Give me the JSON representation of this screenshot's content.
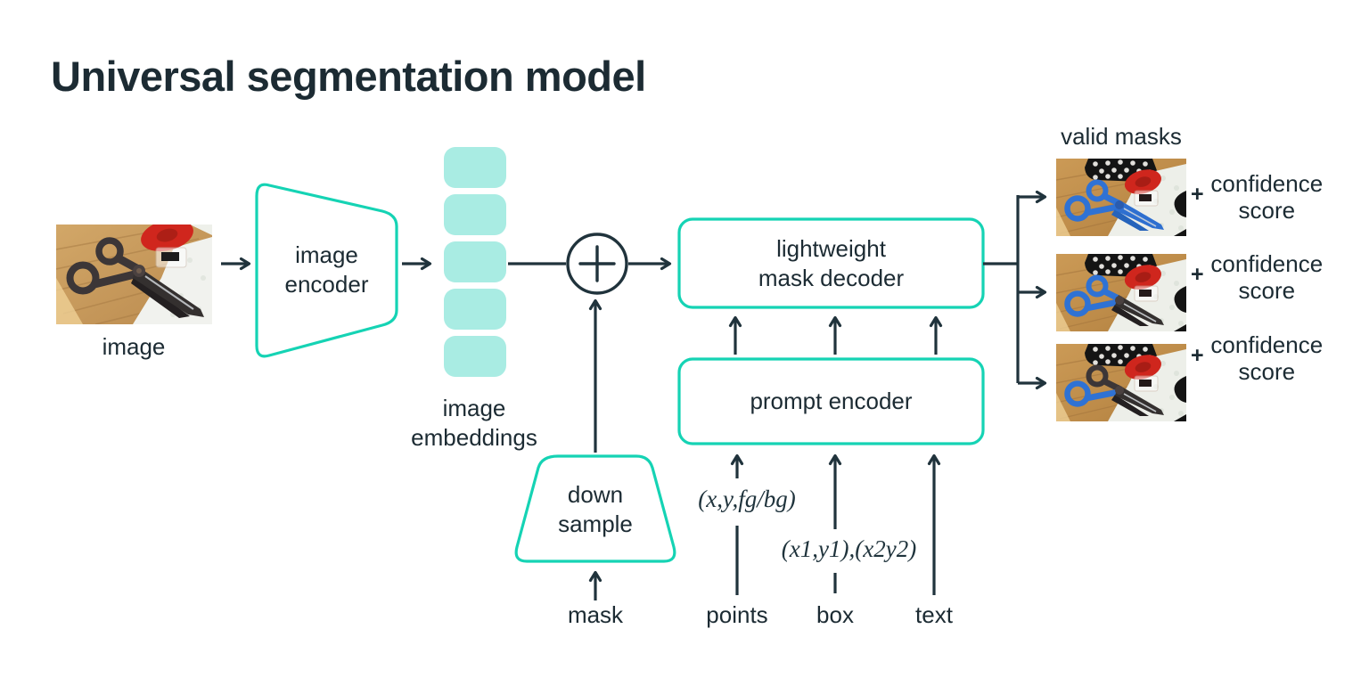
{
  "title": "Universal segmentation model",
  "colors": {
    "ink": "#20333c",
    "teal_stroke": "#15d3b4",
    "teal_fill": "#a9ece3",
    "mask_blue": "#2f72d4"
  },
  "input": {
    "label": "image"
  },
  "encoder": {
    "line1": "image",
    "line2": "encoder"
  },
  "embeddings": {
    "line1": "image",
    "line2": "embeddings",
    "block_count": 5
  },
  "decoder": {
    "line1": "lightweight",
    "line2": "mask decoder"
  },
  "prompt_encoder": {
    "label": "prompt encoder"
  },
  "downsample": {
    "line1": "down",
    "line2": "sample"
  },
  "inputs": {
    "mask_label": "mask",
    "points_label": "points",
    "points_formula": "(x,y,fg/bg)",
    "box_label": "box",
    "box_formula": "(x1,y1),(x2y2)",
    "text_label": "text"
  },
  "outputs": {
    "header": "valid masks",
    "items": [
      {
        "plus": "+",
        "line1": "confidence",
        "line2": "score",
        "mask": "all"
      },
      {
        "plus": "+",
        "line1": "confidence",
        "line2": "score",
        "mask": "handles"
      },
      {
        "plus": "+",
        "line1": "confidence",
        "line2": "score",
        "mask": "handle"
      }
    ]
  }
}
